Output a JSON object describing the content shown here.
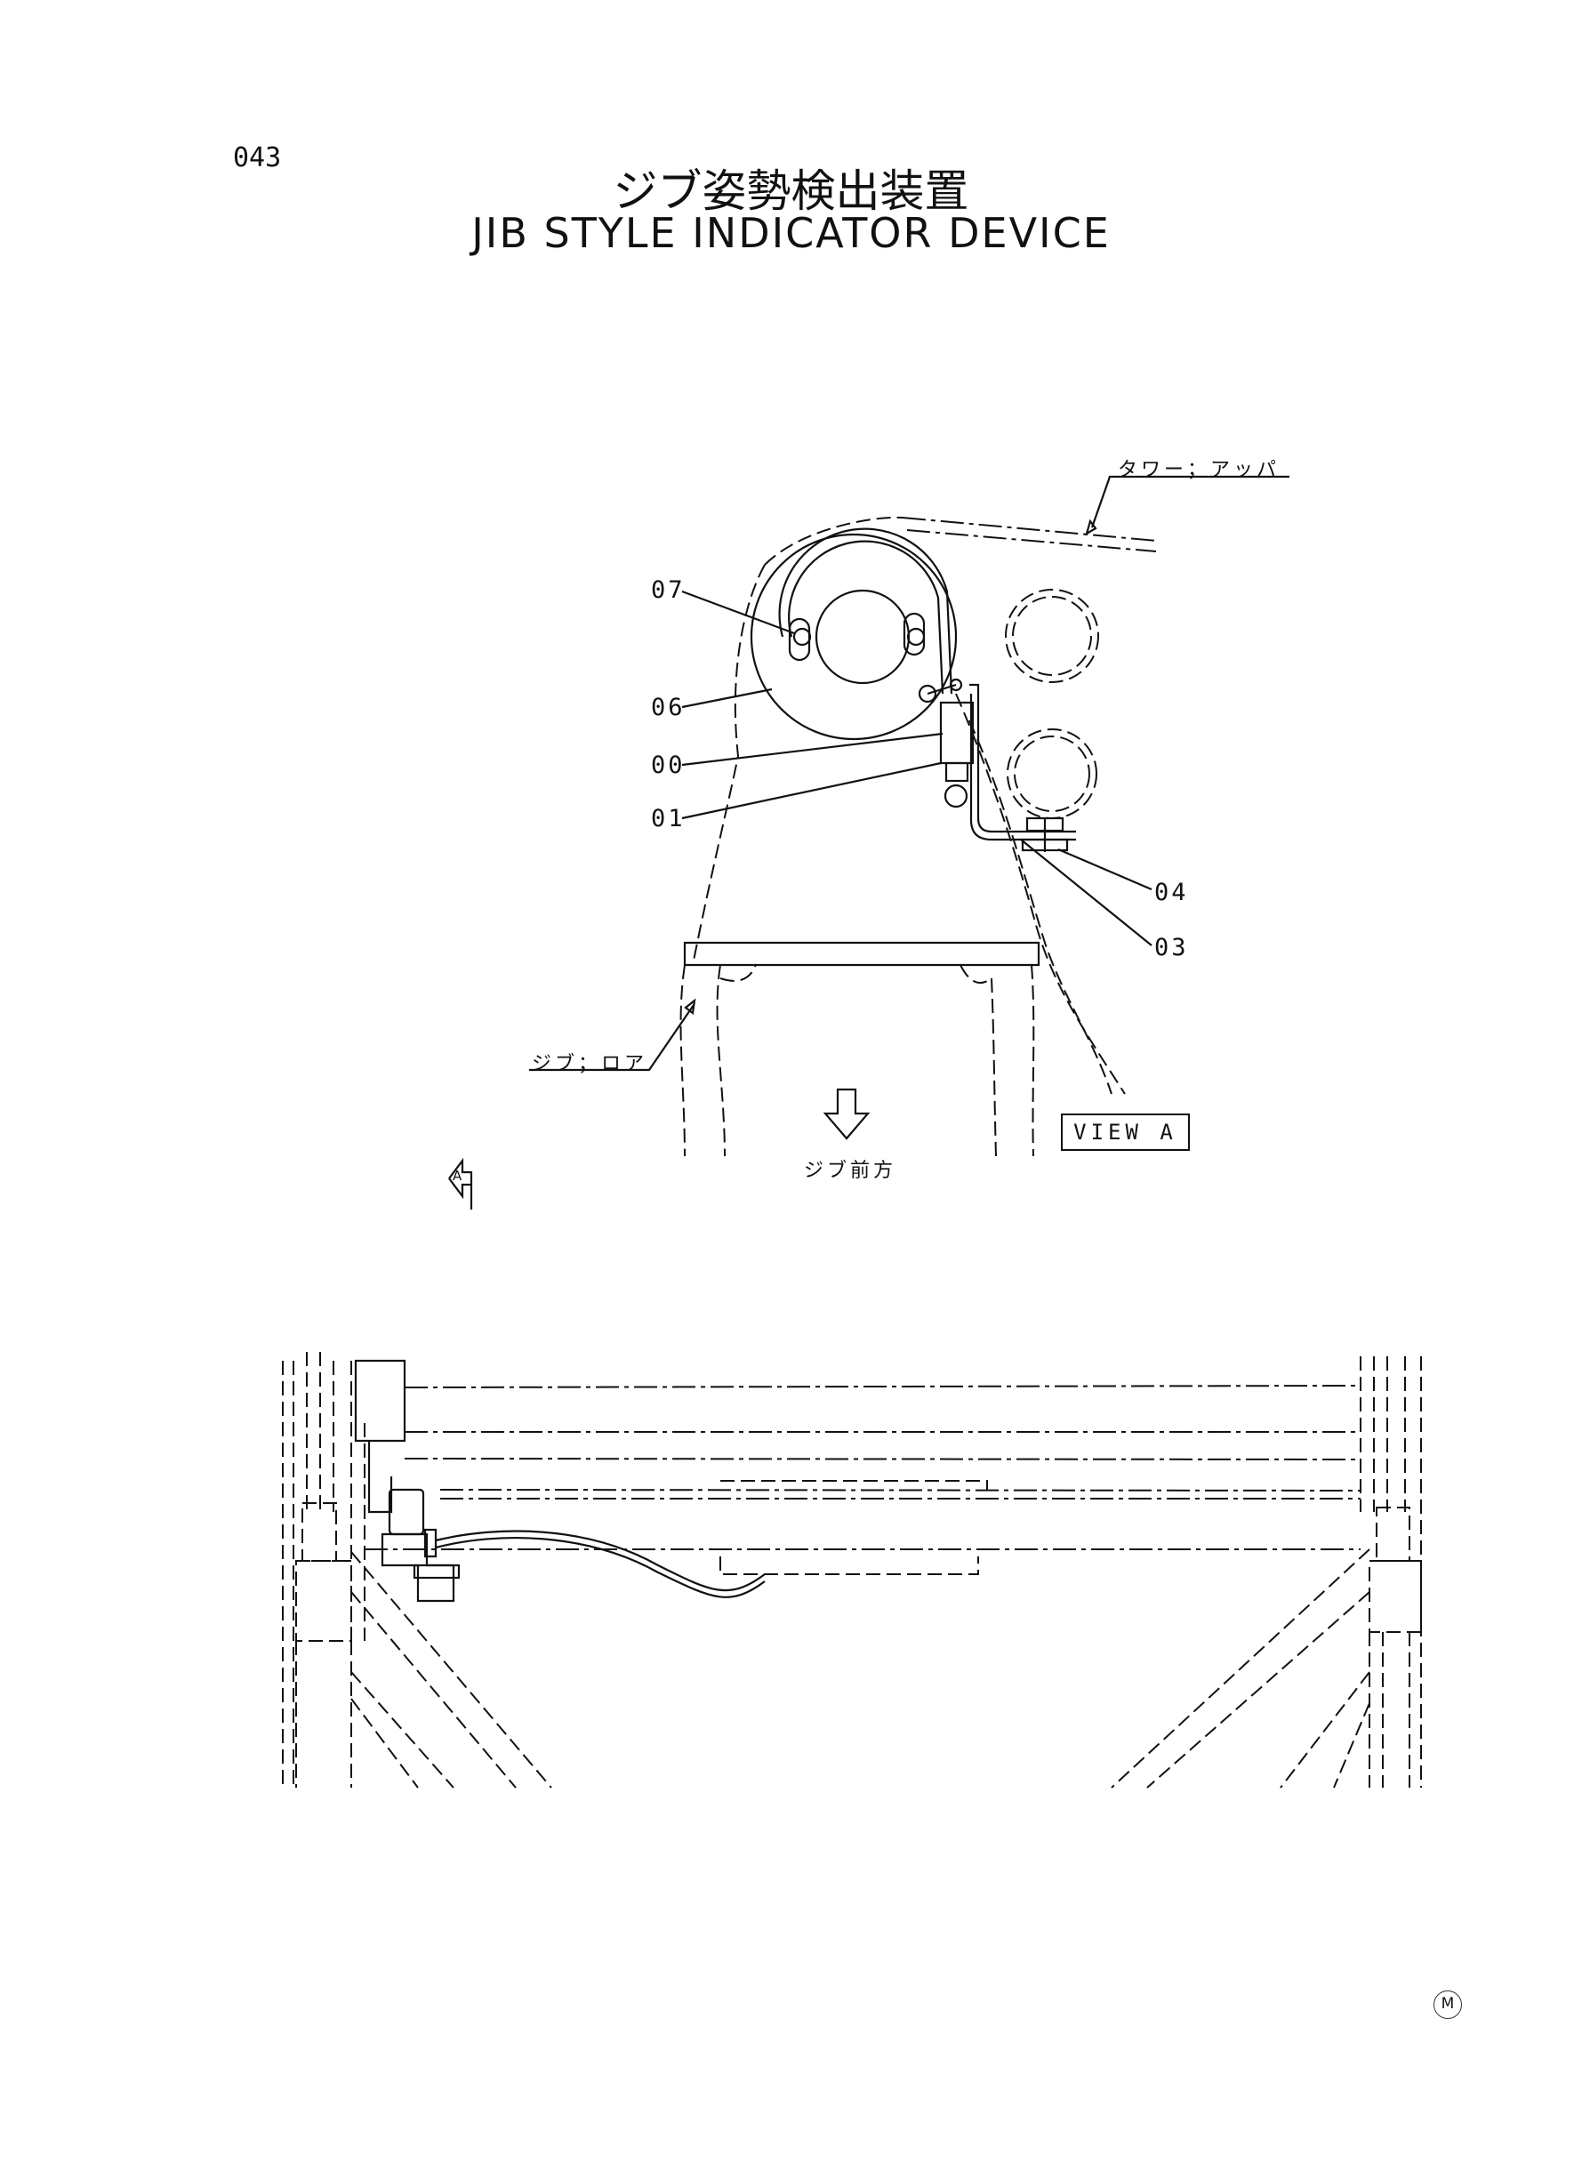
{
  "page": {
    "number": "043",
    "title_jp": "ジブ姿勢検出装置",
    "title_en": "JIB STYLE INDICATOR DEVICE"
  },
  "labels": {
    "tower_upper": "タワー；アッパ",
    "jib_lower": "ジブ；ロア",
    "jib_front": "ジブ前方",
    "view": "VIEW A",
    "view_marker": "A",
    "part_07": "07",
    "part_06": "06",
    "part_00": "00",
    "part_01": "01",
    "part_04": "04",
    "part_03": "03",
    "corner_mark": "M"
  }
}
